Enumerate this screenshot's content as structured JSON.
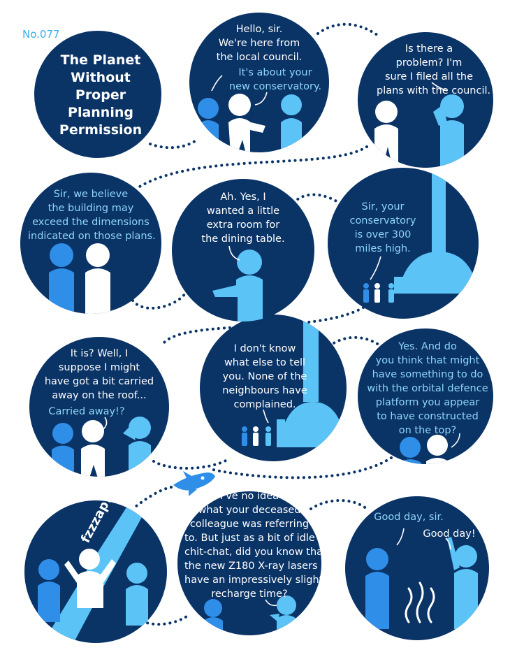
{
  "issue_number": "No.077",
  "title_lines": [
    "The Planet",
    "Without",
    "Proper",
    "Planning",
    "Permission"
  ],
  "panels": {
    "p2": {
      "a": [
        "Hello, sir.",
        "We're here from",
        "the local council."
      ],
      "b": [
        "It's about your",
        "new conservatory."
      ]
    },
    "p3": {
      "a": [
        "Is there a",
        "problem? I'm",
        "sure I filed all the",
        "plans with the council."
      ]
    },
    "p4": {
      "a": [
        "Sir, we believe",
        "the building may",
        "exceed the dimensions",
        "indicated on those plans."
      ]
    },
    "p5": {
      "a": [
        "Ah. Yes, I",
        "wanted a little",
        "extra room for",
        "the dining table."
      ]
    },
    "p6": {
      "a": [
        "Sir, your",
        "conservatory",
        "is over 300",
        "miles high."
      ]
    },
    "p7": {
      "a": [
        "It is? Well, I",
        "suppose I might",
        "have got a bit carried",
        "away on the roof..."
      ],
      "b": [
        "Carried away!?"
      ]
    },
    "p8": {
      "a": [
        "I don't know",
        "what else to tell",
        "you. None of the",
        "neighbours have",
        "complained."
      ]
    },
    "p9": {
      "a": [
        "Yes. And do",
        "you think that might",
        "have something to do",
        "with the orbital defence",
        "platform you appear",
        "to have constructed",
        "on the top?"
      ]
    },
    "p10": {
      "sfx": "fzzzap!"
    },
    "p11": {
      "a": [
        "I've no idea",
        "what your deceased",
        "colleague was referring",
        "to. But just as a bit of idle",
        "chit-chat, did you know that",
        "the new Z180 X-ray lasers",
        "have an impressively slight",
        "recharge time?"
      ]
    },
    "p12": {
      "a": [
        "Good day, sir."
      ],
      "b": [
        "Good day!"
      ]
    }
  },
  "colors": {
    "navy": "#0a3366",
    "mid_blue": "#2f8ee8",
    "light_blue": "#5cc3f7",
    "white": "#ffffff",
    "text_cyan": "#8fd6f7",
    "label_blue": "#3aaeea"
  }
}
